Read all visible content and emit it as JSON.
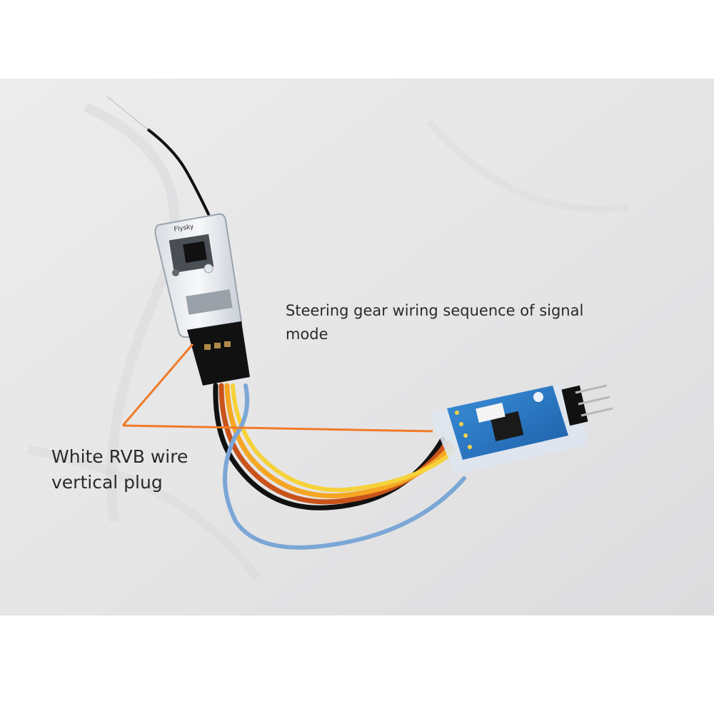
{
  "image": {
    "subject": "RC receiver connected to a small blue module with servo wires",
    "background_color": "#e9e9ea",
    "accent_color": "#f07a28",
    "wire_colors": [
      "#000000",
      "#c9531b",
      "#f5a623",
      "#f6d23a",
      "#7ba7d6"
    ]
  },
  "annotations": {
    "wiring_sequence": "Steering gear wiring sequence of signal mode",
    "plug_note": "White RVB wire vertical plug"
  }
}
